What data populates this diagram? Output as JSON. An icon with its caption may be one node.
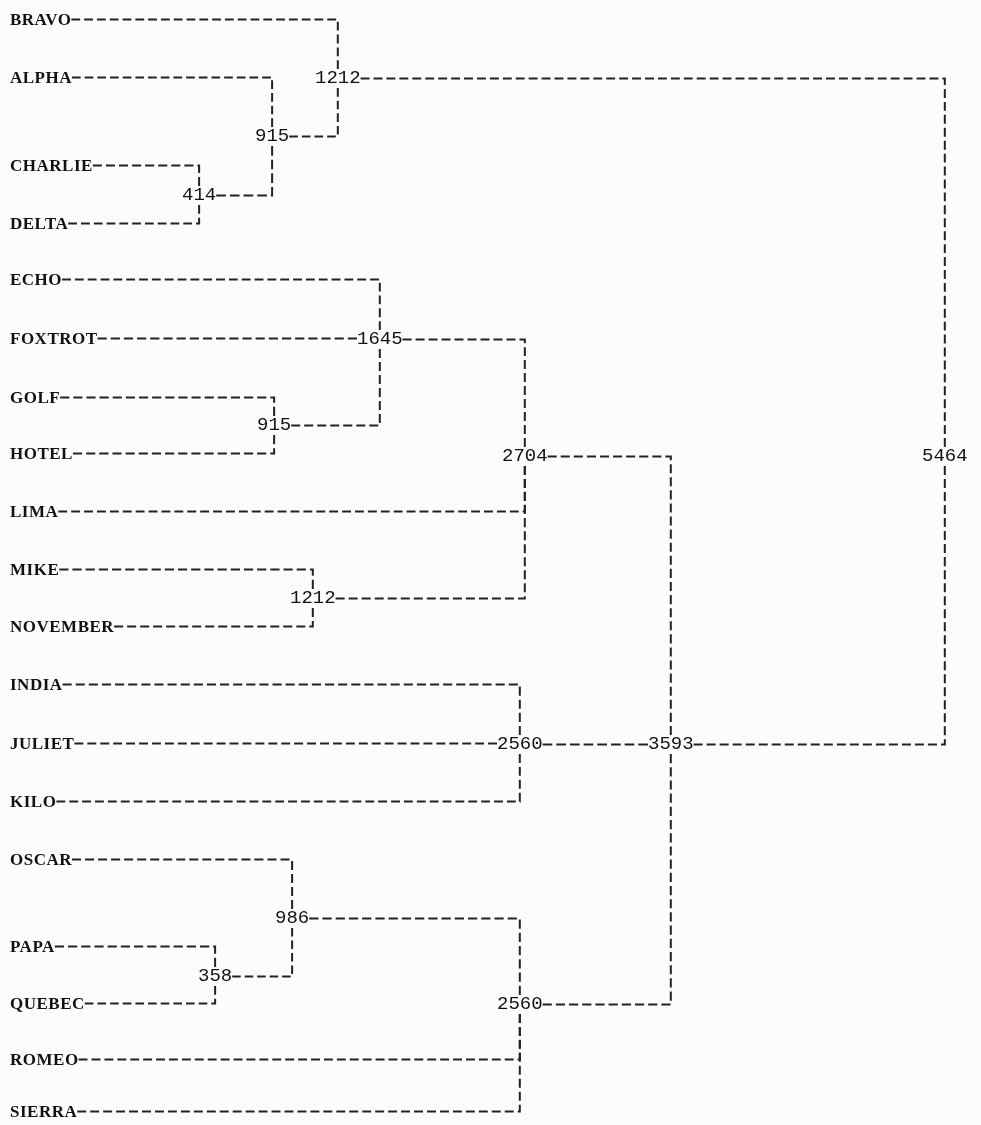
{
  "diagram": {
    "nodes": [
      {
        "text": [
          "BRAVO"
        ]
      },
      {
        "text": [
          "ALPHA"
        ]
      },
      {
        "text": [
          "1212"
        ]
      },
      {
        "text": [
          "915"
        ]
      },
      {
        "text": [
          "CHARLIE"
        ]
      },
      {
        "text": [
          "414"
        ]
      },
      {
        "text": [
          "DELTA"
        ]
      },
      {
        "text": [
          "ECHO"
        ]
      },
      {
        "text": [
          "FOXTROT"
        ]
      },
      {
        "text": [
          "1645"
        ]
      },
      {
        "text": [
          "GOLF"
        ]
      },
      {
        "text": [
          "915"
        ]
      },
      {
        "text": [
          "HOTEL"
        ]
      },
      {
        "text": [
          "2704"
        ]
      },
      {
        "text": [
          "5464"
        ]
      },
      {
        "text": [
          "LIMA"
        ]
      },
      {
        "text": [
          "MIKE"
        ]
      },
      {
        "text": [
          "1212"
        ]
      },
      {
        "text": [
          "NOVEMBER"
        ]
      },
      {
        "text": [
          "INDIA"
        ]
      },
      {
        "text": [
          "JULIET"
        ]
      },
      {
        "text": [
          "2560"
        ]
      },
      {
        "text": [
          "3593"
        ]
      },
      {
        "text": [
          "KILO"
        ]
      },
      {
        "text": [
          "OSCAR"
        ]
      },
      {
        "text": [
          "986"
        ]
      },
      {
        "text": [
          "PAPA"
        ]
      },
      {
        "text": [
          "358"
        ]
      },
      {
        "text": [
          "QUEBEC"
        ]
      },
      {
        "text": [
          "2560"
        ]
      },
      {
        "text": [
          "ROMEO"
        ]
      },
      {
        "text": [
          "SIERRA"
        ]
      }
    ],
    "edges": [
      {
        "from": 0,
        "to": 2,
        "arrow": "none"
      },
      {
        "from": 1,
        "to": 3,
        "arrow": "none"
      },
      {
        "from": 3,
        "to": 2,
        "arrow": "none"
      },
      {
        "from": 4,
        "to": 5,
        "arrow": "none"
      },
      {
        "from": 6,
        "to": 5,
        "arrow": "none"
      },
      {
        "from": 5,
        "to": 3,
        "arrow": "none"
      },
      {
        "from": 7,
        "to": 9,
        "arrow": "none"
      },
      {
        "from": 8,
        "to": 9,
        "arrow": "none"
      },
      {
        "from": 10,
        "to": 11,
        "arrow": "none"
      },
      {
        "from": 12,
        "to": 11,
        "arrow": "none"
      },
      {
        "from": 11,
        "to": 9,
        "arrow": "none"
      },
      {
        "from": 9,
        "to": 13,
        "arrow": "none"
      },
      {
        "from": 15,
        "to": 13,
        "arrow": "none"
      },
      {
        "from": 16,
        "to": 17,
        "arrow": "none"
      },
      {
        "from": 18,
        "to": 17,
        "arrow": "none"
      },
      {
        "from": 17,
        "to": 13,
        "arrow": "none"
      },
      {
        "from": 2,
        "to": 14,
        "arrow": "none"
      },
      {
        "from": 13,
        "to": 22,
        "arrow": "none"
      },
      {
        "from": 19,
        "to": 21,
        "arrow": "none"
      },
      {
        "from": 20,
        "to": 21,
        "arrow": "none"
      },
      {
        "from": 23,
        "to": 21,
        "arrow": "none"
      },
      {
        "from": 21,
        "to": 22,
        "arrow": "none"
      },
      {
        "from": 24,
        "to": 25,
        "arrow": "none"
      },
      {
        "from": 26,
        "to": 27,
        "arrow": "none"
      },
      {
        "from": 28,
        "to": 27,
        "arrow": "none"
      },
      {
        "from": 27,
        "to": 25,
        "arrow": "none"
      },
      {
        "from": 25,
        "to": 29,
        "arrow": "none"
      },
      {
        "from": 30,
        "to": 29,
        "arrow": "none"
      },
      {
        "from": 31,
        "to": 29,
        "arrow": "none"
      },
      {
        "from": 29,
        "to": 22,
        "arrow": "none"
      },
      {
        "from": 22,
        "to": 14,
        "arrow": "none"
      }
    ]
  }
}
